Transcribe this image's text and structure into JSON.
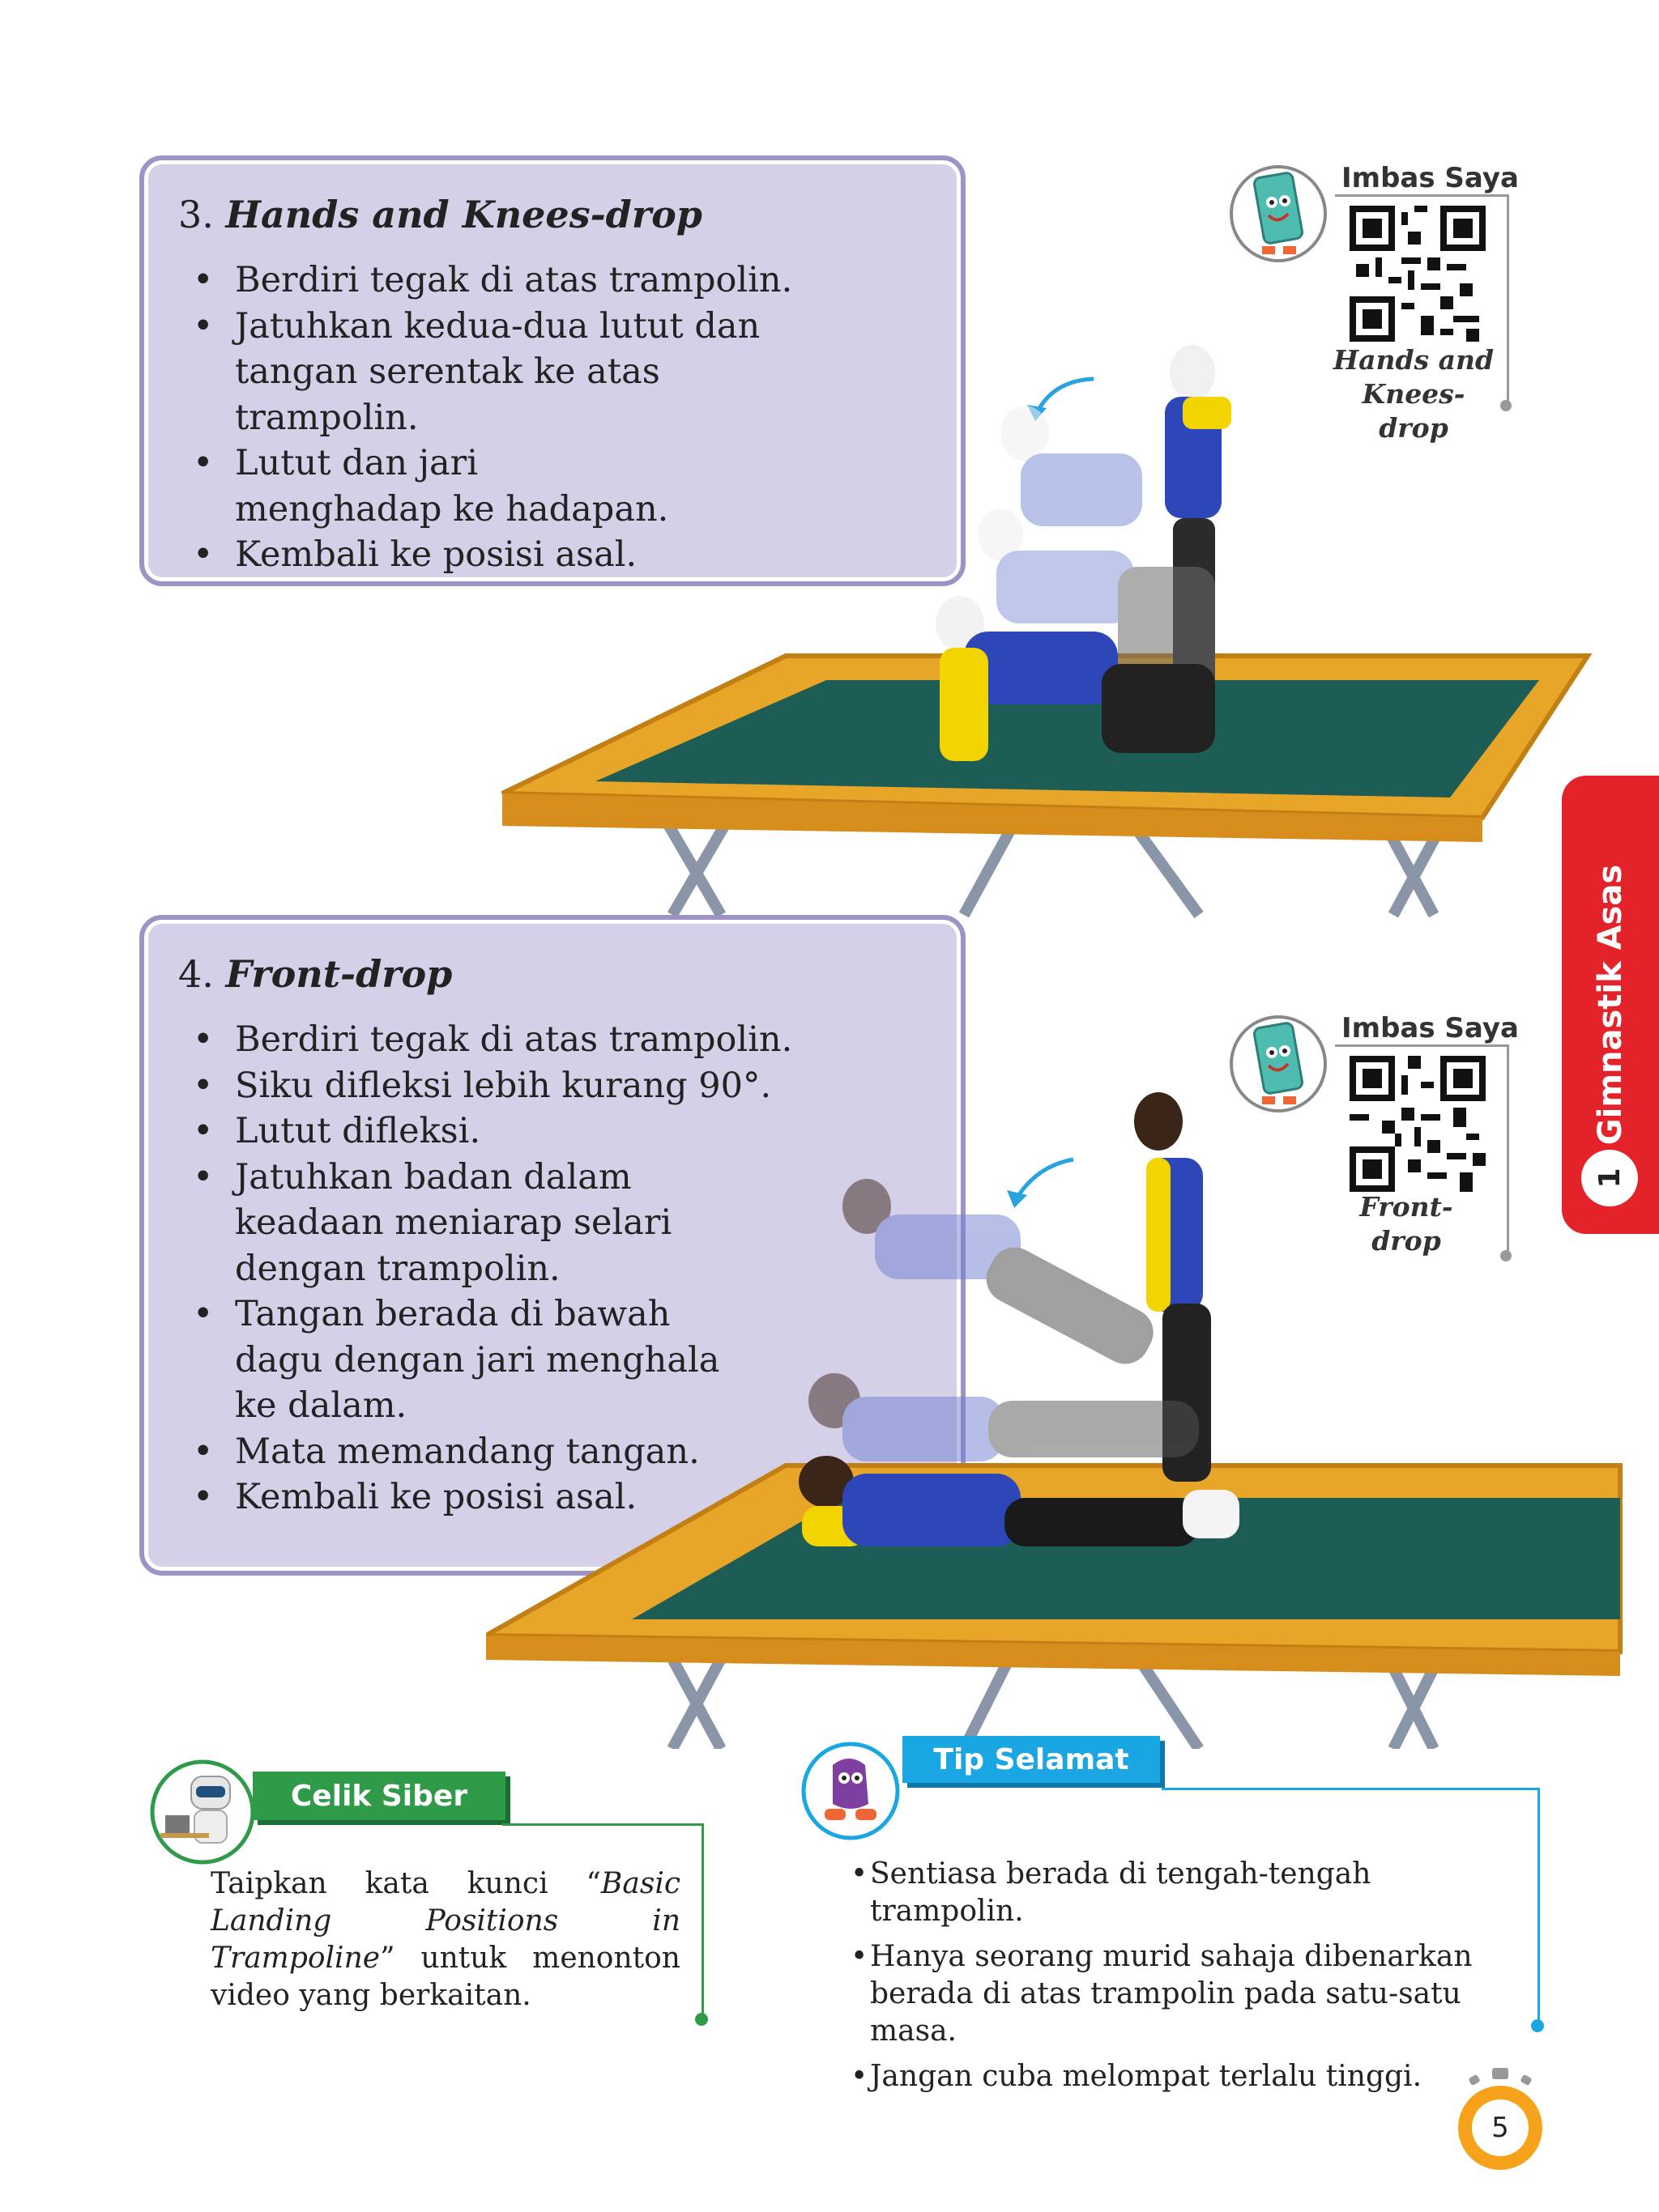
{
  "section1": {
    "number": "3.",
    "title": "Hands and Knees-drop",
    "steps": [
      "Berdiri tegak di atas trampolin.",
      "Jatuhkan kedua-dua lutut dan tangan serentak ke atas trampolin.",
      "Lutut dan jari menghadap ke hadapan.",
      "Kembali ke posisi asal."
    ],
    "qr_label": "Imbas Saya",
    "qr_caption_1": "Hands and",
    "qr_caption_2": "Knees-drop"
  },
  "section2": {
    "number": "4.",
    "title": "Front-drop",
    "steps": [
      "Berdiri tegak di atas trampolin.",
      "Siku difleksi lebih kurang 90°.",
      "Lutut difleksi.",
      "Jatuhkan badan dalam keadaan meniarap selari dengan trampolin.",
      "Tangan berada di bawah dagu dengan jari menghala ke dalam.",
      "Mata memandang tangan.",
      "Kembali ke posisi asal."
    ],
    "qr_label": "Imbas Saya",
    "qr_caption": "Front-drop"
  },
  "side_tab": {
    "title": "Gimnastik Asas",
    "chapter": "1",
    "color": "#e3222a"
  },
  "celik_siber": {
    "label": "Celik Siber",
    "text_1": "Taipkan kata kunci “",
    "keyword": "Basic Landing Positions in Trampoline",
    "text_2": "” untuk menonton video yang berkaitan.",
    "color": "#2f9a48"
  },
  "tip_selamat": {
    "label": "Tip Selamat",
    "tips": [
      "Sentiasa berada di tengah-tengah trampolin.",
      "Hanya seorang murid sahaja dibenarkan berada di atas trampolin pada satu-satu masa.",
      "Jangan cuba melompat terlalu tinggi."
    ],
    "color": "#1aa6e3"
  },
  "page_number": "5"
}
